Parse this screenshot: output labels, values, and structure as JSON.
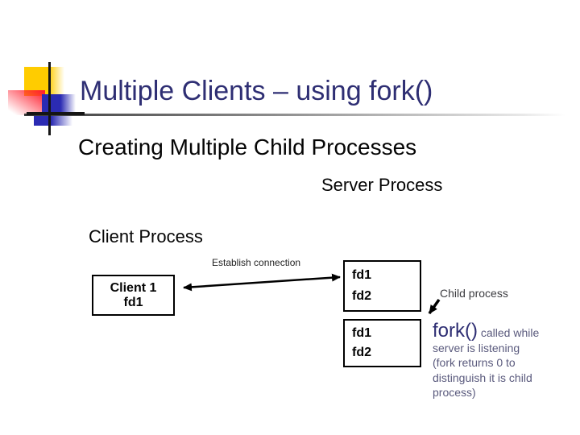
{
  "slide": {
    "title": "Multiple Clients – using fork()",
    "subtitle": "Creating Multiple Child Processes"
  },
  "labels": {
    "server_process": "Server Process",
    "client_process": "Client Process",
    "establish_connection": "Establish connection",
    "child_process": "Child process"
  },
  "client_box": {
    "line1": "Client 1",
    "line2": "fd1"
  },
  "server_boxes": [
    {
      "fd_a": "fd1",
      "fd_b": "fd2"
    },
    {
      "fd_a": "fd1",
      "fd_b": "fd2"
    }
  ],
  "fork_note": {
    "keyword": "fork()",
    "line1_rest": " called while",
    "line2": "server is listening",
    "line3": "(fork returns 0 to",
    "line4": "distinguish it is child",
    "line5": "process)"
  },
  "colors": {
    "title_navy": "#2E2E73",
    "note_text": "#5A5A7D",
    "accent_yellow": "#FFCC00",
    "accent_red": "#FF2030",
    "accent_blue": "#2B2BB3"
  }
}
